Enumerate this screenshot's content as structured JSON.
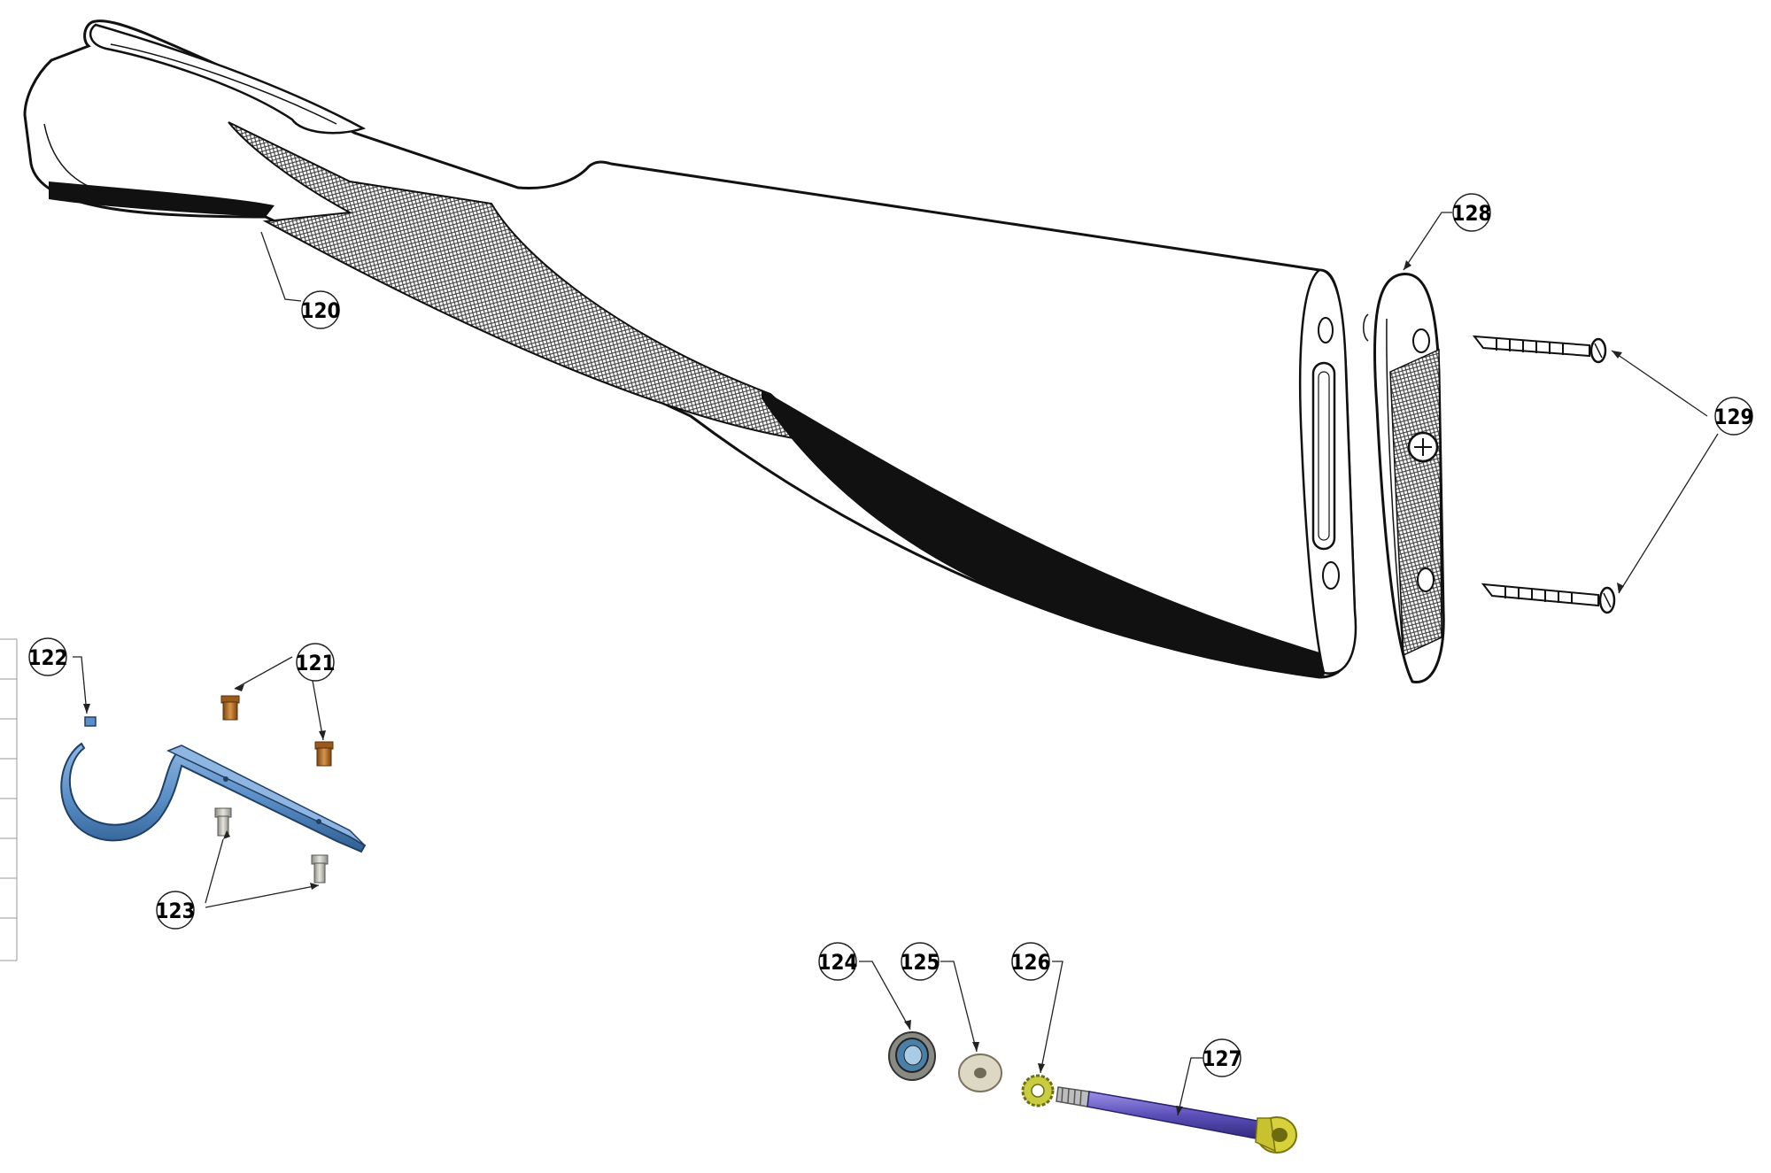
{
  "diagram": {
    "callouts": [
      {
        "id": "c120",
        "text": "120"
      },
      {
        "id": "c121",
        "text": "121"
      },
      {
        "id": "c122",
        "text": "122"
      },
      {
        "id": "c123",
        "text": "123"
      },
      {
        "id": "c124",
        "text": "124"
      },
      {
        "id": "c125",
        "text": "125"
      },
      {
        "id": "c126",
        "text": "126"
      },
      {
        "id": "c127",
        "text": "127"
      },
      {
        "id": "c128",
        "text": "128"
      },
      {
        "id": "c129",
        "text": "129"
      }
    ],
    "colors": {
      "line": "#111111",
      "stock_fill": "#ffffff",
      "checkering": "#444444",
      "tang_blue": "#5b8fc7",
      "tang_blue_dark": "#2f5f92",
      "bronze": "#b8742e",
      "silver": "#c9c9c2",
      "cream": "#dcd8c4",
      "yellow_green": "#c9cc3e",
      "bolt_purple": "#6a5fc4",
      "bolt_head": "#d8d23a",
      "nut_blue": "#4a7fa8"
    }
  }
}
